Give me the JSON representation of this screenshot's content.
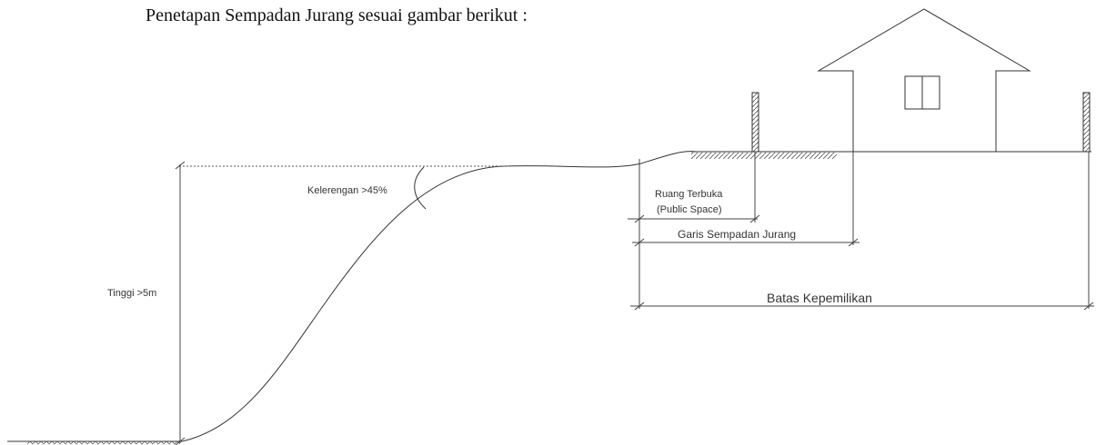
{
  "heading": "Penetapan Sempadan Jurang sesuai gambar berikut :",
  "labels": {
    "height": "Tinggi >5m",
    "slope": "Kelerengan >45%",
    "open_space_line1": "Ruang Terbuka",
    "open_space_line2": "(Public Space)",
    "setback": "Garis Sempadan Jurang",
    "ownership": "Batas Kepemilikan"
  }
}
